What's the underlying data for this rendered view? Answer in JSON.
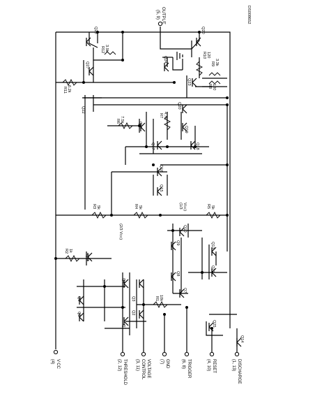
{
  "drawing_id": "DS008652",
  "terminals": {
    "vcc": {
      "pin": "(4)",
      "name": "V CC"
    },
    "threshold": {
      "pin": "(2, 12)",
      "name": "THRESHOLD"
    },
    "control_voltage": {
      "pin": "(3, 11)",
      "name1": "CONTROL",
      "name2": "VOLTAGE"
    },
    "gnd": {
      "pin": "(7)",
      "name": "GND"
    },
    "trigger": {
      "pin": "(6, 8)",
      "name": "TRIGGER"
    },
    "reset": {
      "pin": "(4, 10)",
      "name": "RESET"
    },
    "discharge": {
      "pin": "(1, 13)",
      "name": "DISCHARGE"
    },
    "output": {
      "pin": "(5, 9)",
      "name": "OUTPUT"
    }
  },
  "transistors": [
    "Q1",
    "Q2",
    "Q3",
    "Q4",
    "Q5",
    "Q6",
    "Q7",
    "Q8",
    "Q9",
    "Q10",
    "Q11",
    "Q12",
    "Q13",
    "Q14",
    "Q15",
    "Q16",
    "Q17",
    "Q18",
    "Q19",
    "Q20",
    "Q21",
    "Q22",
    "Q23",
    "Q24",
    "Q25",
    "Q26",
    "Q27",
    "Q28"
  ],
  "resistors": [
    {
      "ref": "R1",
      "value": "10k"
    },
    {
      "ref": "R2",
      "value": "1k"
    },
    {
      "ref": "R3",
      "value": "5k"
    },
    {
      "ref": "R4",
      "value": "5k"
    },
    {
      "ref": "R5",
      "value": "5k"
    },
    {
      "ref": "R6",
      "value": "7.5k"
    },
    {
      "ref": "R7",
      "value": "4.7k"
    },
    {
      "ref": "R8",
      "value": "100"
    },
    {
      "ref": "R9",
      "value": "3.3k"
    },
    {
      "ref": "R10",
      "value": "120"
    },
    {
      "ref": "R11",
      "value": "6.2k"
    },
    {
      "ref": "R12",
      "value": "3.9k"
    }
  ],
  "node_labels": {
    "two_thirds": "(2/3 V",
    "two_thirds_sub": "CC",
    "one_third": "(1/3",
    "one_third_sub": "V",
    "one_third_sub2": "CC",
    "close": ")"
  }
}
